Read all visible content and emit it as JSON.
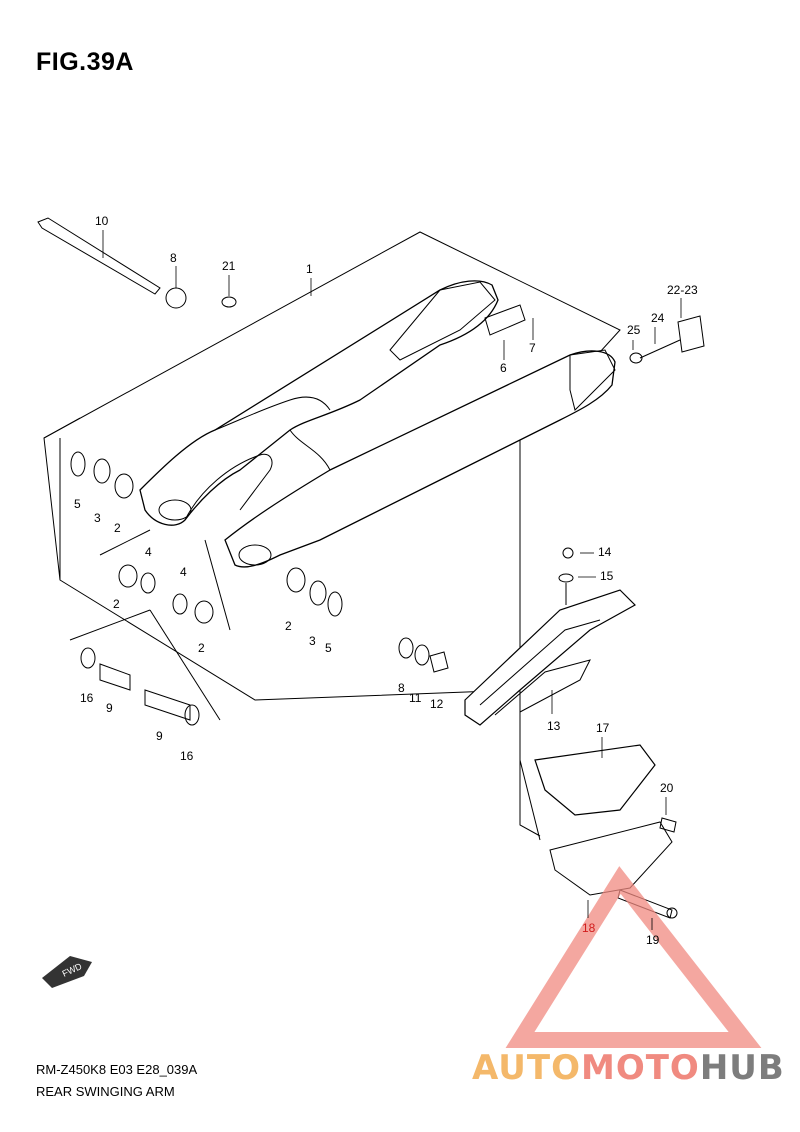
{
  "figure": {
    "title": "FIG.39A"
  },
  "footer": {
    "code": "RM-Z450K8 E03 E28_039A",
    "name": "REAR SWINGING ARM"
  },
  "fwd_icon": {
    "text": "FWD"
  },
  "watermark": {
    "part1": "AUTO",
    "part2": "MOTO",
    "part3": "HUB",
    "colors": {
      "auto": "#f4b86a",
      "moto": "#f08a80",
      "hub": "#7d7d7d",
      "triangle": "#f08a80"
    }
  },
  "callouts": {
    "c1": "1",
    "c2a": "2",
    "c2b": "2",
    "c2c": "2",
    "c2d": "2",
    "c3a": "3",
    "c3b": "3",
    "c4a": "4",
    "c4b": "4",
    "c5a": "5",
    "c5b": "5",
    "c6": "6",
    "c7": "7",
    "c8a": "8",
    "c8b": "8",
    "c9a": "9",
    "c9b": "9",
    "c10": "10",
    "c11": "11",
    "c12": "12",
    "c13": "13",
    "c14": "14",
    "c15": "15",
    "c16a": "16",
    "c16b": "16",
    "c17": "17",
    "c18": "18",
    "c19": "19",
    "c20": "20",
    "c21": "21",
    "c22_23": "22-23",
    "c24": "24",
    "c25": "25"
  }
}
